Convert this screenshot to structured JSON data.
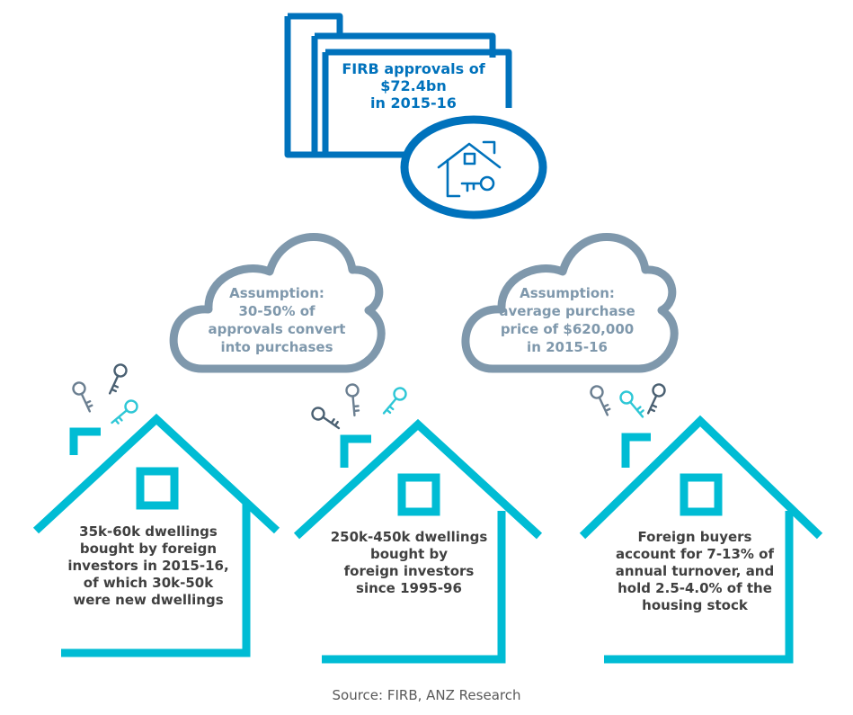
{
  "colors": {
    "folder_blue": "#0072bc",
    "cloud_gray": "#7f98ac",
    "house_teal": "#00bcd4",
    "key_gray": "#6b7f91",
    "key_dark": "#4a6072",
    "text_dark": "#404040"
  },
  "firb": {
    "line1": "FIRB approvals of",
    "line2": "$72.4bn",
    "line3": "in 2015-16",
    "icon": "house-key-icon"
  },
  "clouds": [
    {
      "line1": "Assumption:",
      "line2": "30-50% of",
      "line3": "approvals convert",
      "line4": "into purchases"
    },
    {
      "line1": "Assumption:",
      "line2": "average purchase",
      "line3": "price of $620,000",
      "line4": "in 2015-16"
    }
  ],
  "houses": [
    {
      "lines": [
        "35k-60k dwellings",
        "bought by foreign",
        "investors in 2015-16,",
        "of which 30k-50k",
        "were new dwellings"
      ]
    },
    {
      "lines": [
        "250k-450k dwellings",
        "bought by",
        "foreign investors",
        "since 1995-96"
      ]
    },
    {
      "lines": [
        "Foreign buyers",
        "account for 7-13% of",
        "annual turnover, and",
        "hold 2.5-4.0% of the",
        "housing stock"
      ]
    }
  ],
  "source": "Source: FIRB, ANZ Research"
}
